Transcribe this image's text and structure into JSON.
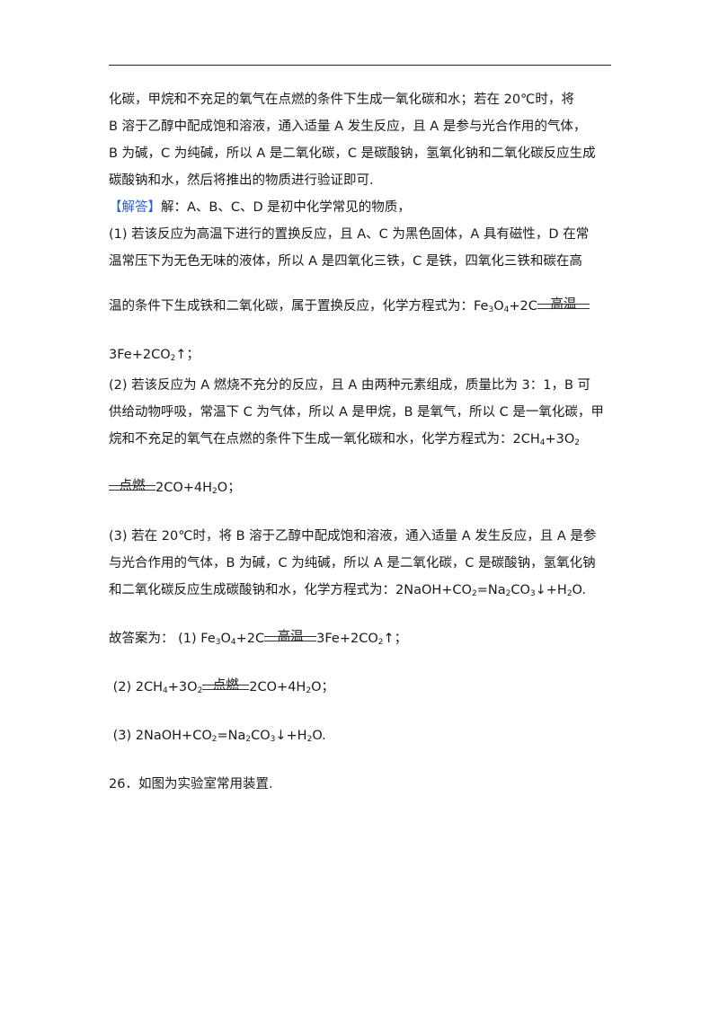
{
  "intro": {
    "l1": "化碳，甲烷和不充足的氧气在点燃的条件下生成一氧化碳和水；若在 20℃时，将",
    "l2": "B 溶于乙醇中配成饱和溶液，通入适量 A 发生反应，且 A 是参与光合作用的气体，",
    "l3": "B 为碱，C 为纯碱，所以 A 是二氧化碳，C 是碳酸钠，氢氧化钠和二氧化碳反应生成",
    "l4": "碳酸钠和水，然后将推出的物质进行验证即可."
  },
  "answer": {
    "tag": "【解答】",
    "lead": "解：A、B、C、D 是初中化学常见的物质，"
  },
  "part1": {
    "l1": "(1) 若该反应为高温下进行的置换反应，且 A、C 为黑色固体，A 具有磁性，D 在常",
    "l2": "温常压下为无色无味的液体，所以 A 是四氧化三铁，C 是铁，四氧化三铁和碳在高",
    "l3": "温的条件下生成铁和二氧化碳，属于置换反应，化学方程式为：",
    "cond": "高温",
    "eq_left": [
      "Fe",
      "3",
      "O",
      "4",
      "+2C"
    ],
    "eq_right": [
      "3Fe+2CO",
      "2",
      "↑；"
    ]
  },
  "part2": {
    "l1": "(2) 若该反应为 A 燃烧不充分的反应，且 A 由两种元素组成，质量比为 3：1，B 可",
    "l2": "供给动物呼吸，常温下 C 为气体，所以 A 是甲烷，B 是氧气，所以 C 是一氧化碳，甲",
    "l3": "烷和不充足的氧气在点燃的条件下生成一氧化碳和水，化学方程式为：",
    "eq_left": [
      "2CH",
      "4",
      "+3O",
      "2"
    ],
    "cond": "点燃",
    "eq_right": [
      "2CO+4H",
      "2",
      "O；"
    ]
  },
  "part3": {
    "l1": "(3) 若在 20℃时，将 B 溶于乙醇中配成饱和溶液，通入适量 A 发生反应，且 A 是参",
    "l2": "与光合作用的气体，B 为碱，C 为纯碱，所以 A 是二氧化碳，C 是碳酸钠，氢氧化钠",
    "l3": "和二氧化碳反应生成碳酸钠和水，化学方程式为：",
    "eq": [
      "2NaOH+CO",
      "2",
      "=Na",
      "2",
      "CO",
      "3",
      "↓+H",
      "2",
      "O."
    ]
  },
  "summary": {
    "lead": "故答案为：",
    "a1_num": "(1)",
    "a1_left": [
      "Fe",
      "3",
      "O",
      "4",
      "+2C"
    ],
    "a1_cond": "高温",
    "a1_right": [
      "3Fe+2CO",
      "2",
      "↑；"
    ],
    "a2_num": "(2)",
    "a2_left": [
      "2CH",
      "4",
      "+3O",
      "2"
    ],
    "a2_cond": "点燃",
    "a2_right": [
      "2CO+4H",
      "2",
      "O；"
    ],
    "a3_num": "(3)",
    "a3_eq": [
      "2NaOH+CO",
      "2",
      "=Na",
      "2",
      "CO",
      "3",
      "↓+H",
      "2",
      "O."
    ]
  },
  "question": {
    "text": "26．如图为实验室常用装置."
  }
}
